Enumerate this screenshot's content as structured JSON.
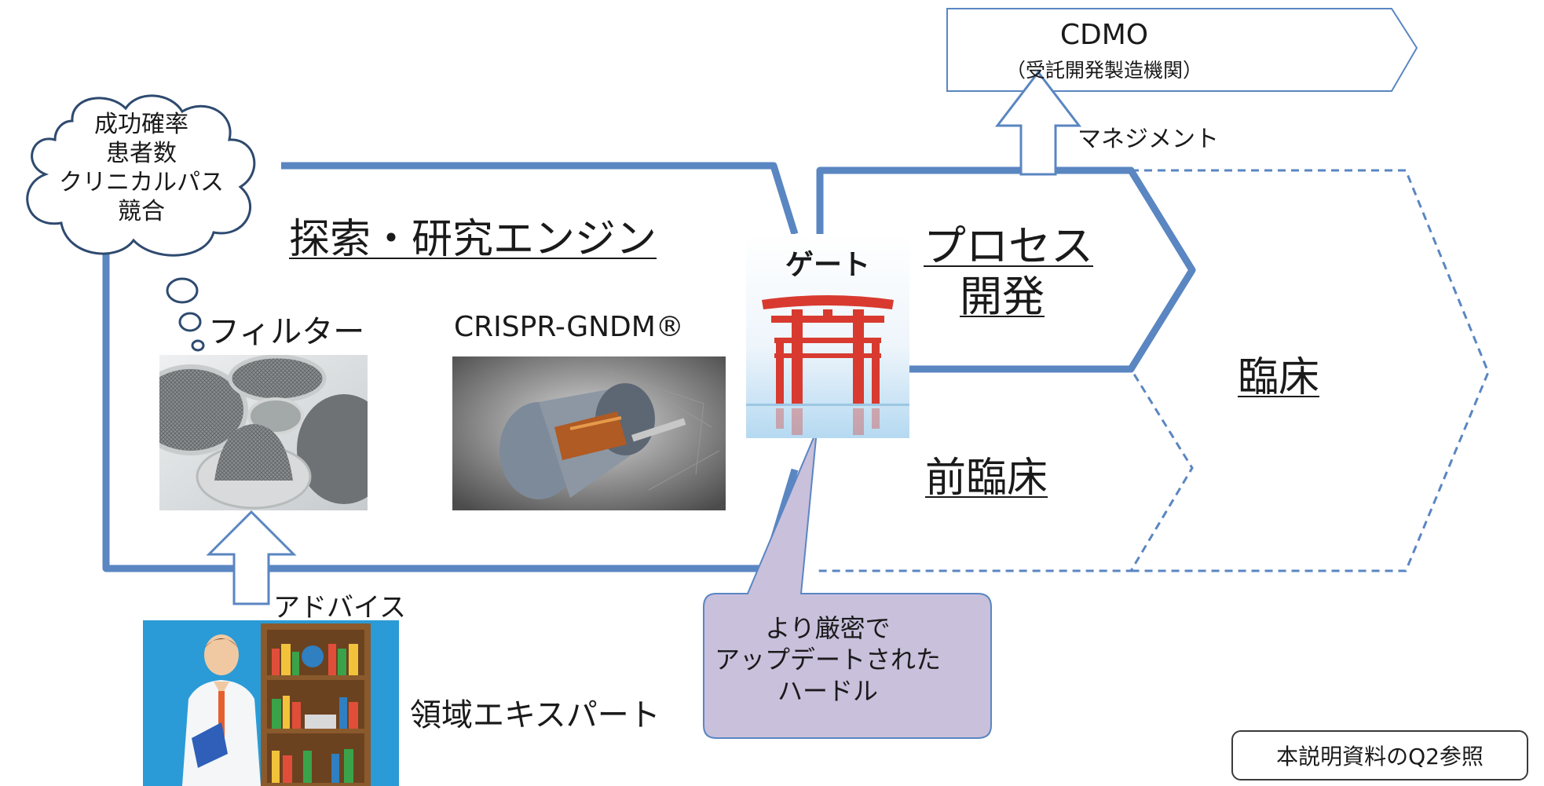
{
  "cloud": {
    "lines": [
      "成功確率",
      "患者数",
      "クリニカルパス",
      "競合"
    ]
  },
  "engine": {
    "title": "探索・研究エンジン"
  },
  "filter": {
    "label": "フィルター"
  },
  "crispr": {
    "label": "CRISPR-GNDM®"
  },
  "gate": {
    "label": "ゲート"
  },
  "process": {
    "lines": [
      "プロセス",
      "開発"
    ]
  },
  "preclinical": {
    "title": "前臨床"
  },
  "clinical": {
    "title": "臨床"
  },
  "cdmo": {
    "name": "CDMO",
    "sub": "（受託開発製造機関）"
  },
  "management": {
    "label": "マネジメント"
  },
  "advice": {
    "label": "アドバイス"
  },
  "expert": {
    "label": "領域エキスパート"
  },
  "callout": {
    "lines": [
      "より厳密で",
      "アップデートされた",
      "ハードル"
    ]
  },
  "reference": {
    "label": "本説明資料のQ2参照"
  },
  "colors": {
    "accent_blue": "#5a86c2",
    "callout_fill": "#c9c0dc",
    "torii_red": "#d83a30",
    "arrow_stroke": "#5a86c2"
  }
}
